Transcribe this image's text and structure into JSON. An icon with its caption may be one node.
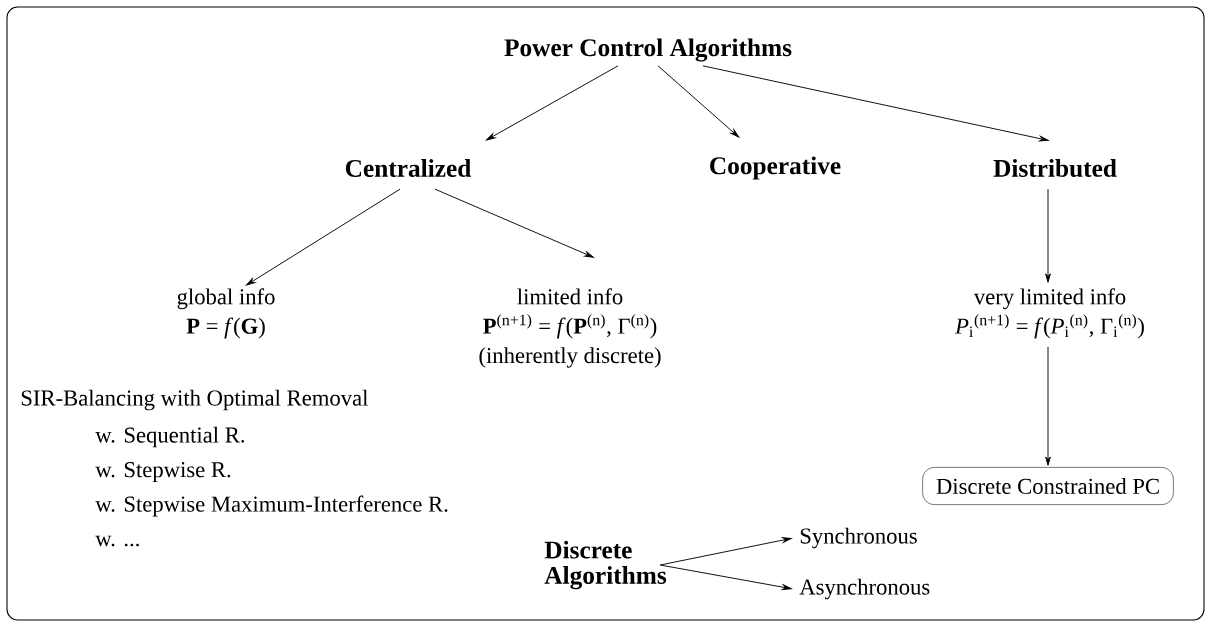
{
  "diagram": {
    "nodes": [
      {
        "text": [
          "Power Control Algorithms"
        ]
      },
      {
        "text": [
          "Centralized"
        ]
      },
      {
        "text": [
          "Cooperative"
        ]
      },
      {
        "text": [
          "Distributed"
        ]
      },
      {
        "text": [
          "global info",
          "**P** = *f*(**G**)"
        ]
      },
      {
        "text": [
          "limited info",
          "**P**$^{(n+1)}$ = *f*(**P**$^{(n)}$, Γ$^{(n)}$)",
          "(inherently discrete)"
        ]
      },
      {
        "text": [
          "very limited info",
          "*P*$_{i}$$^{(n+1)}$ = *f*(*P*$_{i}$$^{(n)}$, Γ$_{i}$$^{(n)}$)"
        ]
      },
      {
        "text": [
          "Discrete Constrained PC"
        ]
      },
      {
        "text": [
          "Discrete Algorithms"
        ]
      },
      {
        "text": [
          "Synchronous"
        ]
      },
      {
        "text": [
          "Asynchronous"
        ]
      }
    ],
    "edges": [
      {
        "from": 0,
        "to": 1,
        "arrow": "to"
      },
      {
        "from": 0,
        "to": 2,
        "arrow": "to"
      },
      {
        "from": 0,
        "to": 3,
        "arrow": "to"
      },
      {
        "from": 1,
        "to": 4,
        "arrow": "to"
      },
      {
        "from": 1,
        "to": 5,
        "arrow": "to"
      },
      {
        "from": 3,
        "to": 6,
        "arrow": "to"
      },
      {
        "from": 6,
        "to": 7,
        "arrow": "to"
      },
      {
        "from": 8,
        "to": 9,
        "arrow": "to"
      },
      {
        "from": 8,
        "to": 10,
        "arrow": "to"
      }
    ],
    "labels": [
      "SIR-Balancing with Optimal Removal",
      "w. Sequential R.",
      "w. Stepwise R.",
      "w. Stepwise Maximum-Interference R.",
      "w. ..."
    ]
  }
}
